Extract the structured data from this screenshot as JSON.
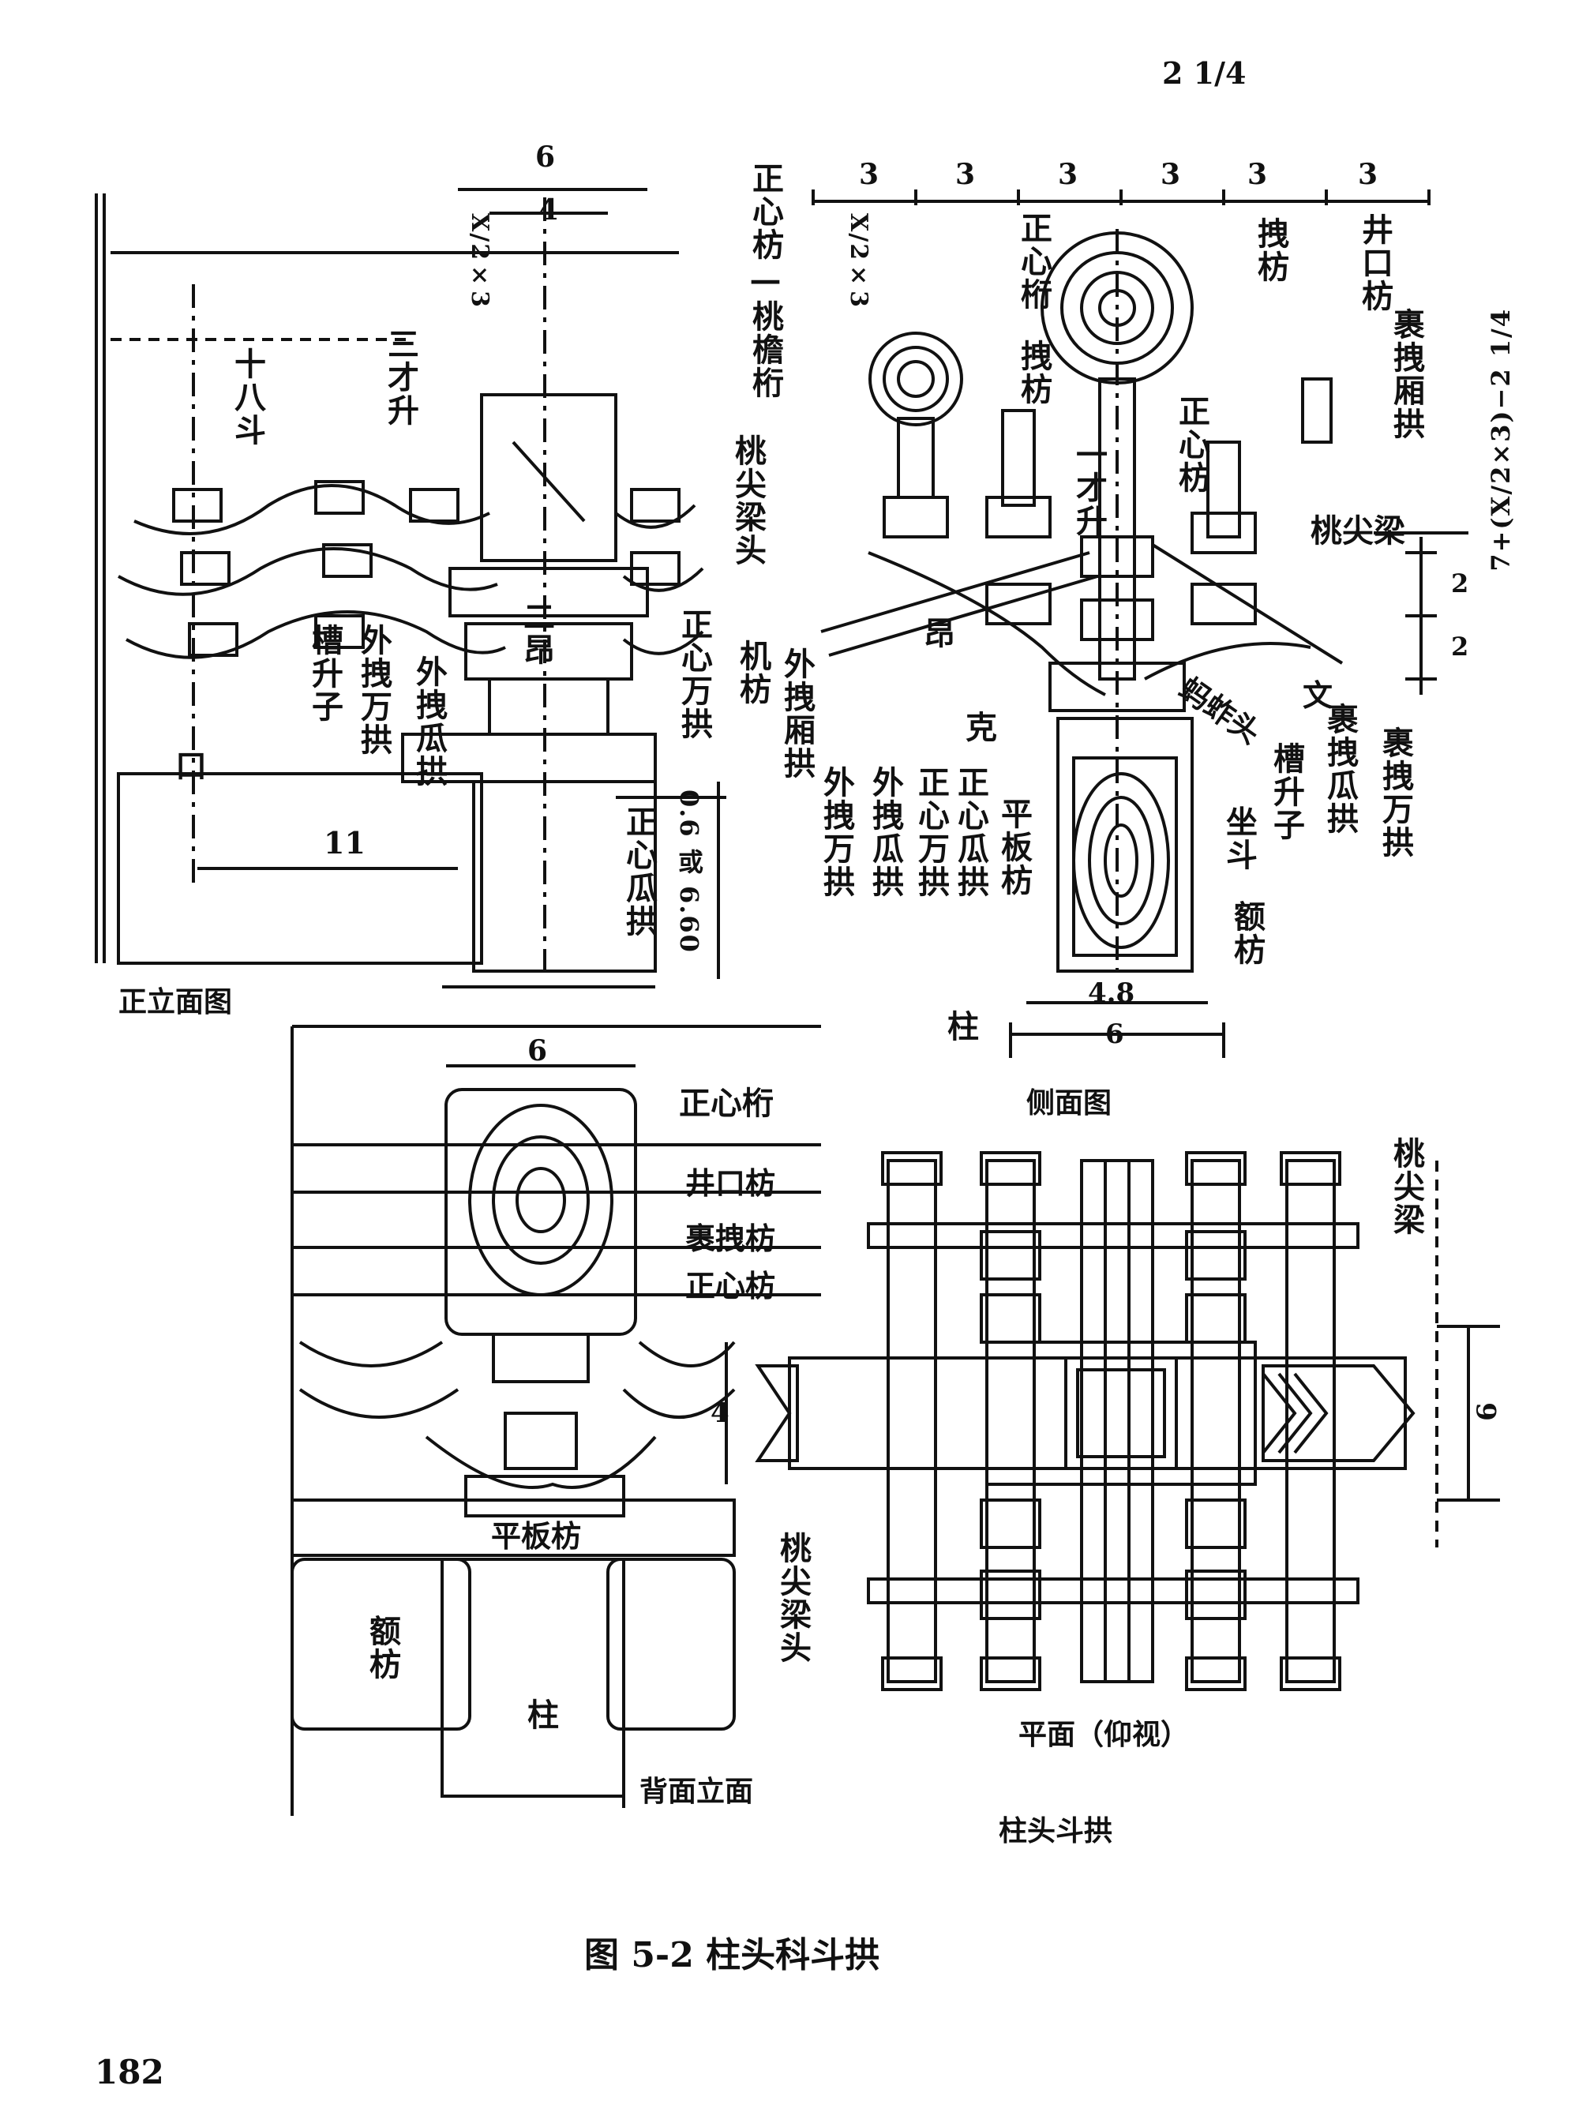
{
  "page": {
    "top_fraction": "2 1/4",
    "figure_caption": "图 5-2   柱头科斗拱",
    "page_number": "182"
  },
  "front_elevation": {
    "title": "正立面图",
    "labels": {
      "shiba_dou": "十八斗",
      "sancai_sheng": "三才升",
      "cao_shengzi": "槽升子",
      "wai_zhuai_wan_gong": "外拽万拱",
      "wai_zhuai_gua_gong": "外拽瓜拱",
      "er_ang": "二昂",
      "zhengxin_wan_gong": "正心万拱",
      "zhengxin_gua_gong": "正心瓜拱",
      "kou": "口"
    },
    "dimensions": {
      "d6": "6",
      "d4": "4",
      "x2x3": "X/2×3",
      "d11": "11",
      "d066": "0.6 或 6.60"
    }
  },
  "side_elevation": {
    "title": "侧面图",
    "labels": {
      "zhengxin_fang_tiaoyanheng": "正心枋—桃檐桁",
      "zhengxin_heng": "正心桁",
      "zhuai_fang": "拽枋",
      "zhuai_fang2": "拽枋",
      "jingkou_fang": "井口枋",
      "li_zhuai_xiang_gong": "裹拽厢拱",
      "tiaojian_liang": "桃尖梁",
      "tiaojian_liangtou": "桃尖梁头",
      "zhengxin_fang": "正心枋",
      "yicai_sheng": "一才升",
      "ang": "昂",
      "ji_fang": "机枋",
      "wai_zhuai_xiang_gong": "外拽厢拱",
      "wai_zhuai_wan_gong": "外拽万拱",
      "wai_zhuai_gua_gong": "外拽瓜拱",
      "zhengxin_wan_gong": "正心万拱",
      "zhengxin_gua_gong": "正心瓜拱",
      "ping_ban_fang": "平板枋",
      "lou_gong_shu": "蚂蚱头",
      "li_zhuai_gua_gong": "裹拽瓜拱",
      "li_zhuai_wan_gong": "裹拽万拱",
      "cao_shengzi": "槽升子",
      "zuo_dou": "坐斗",
      "e_fang": "额枋",
      "zhu": "柱",
      "ke": "克",
      "wen": "文"
    },
    "dimensions": {
      "top": [
        "3",
        "3",
        "3",
        "3",
        "3",
        "3"
      ],
      "x2x3": "X/2×3",
      "right_formula": "7+(X/2×3)−2 1/4",
      "d2a": "2",
      "d2b": "2",
      "w48": "4.8",
      "w6": "6"
    }
  },
  "back_elevation": {
    "title": "背面立面",
    "labels": {
      "zhengxin_heng": "正心桁",
      "jingkou_fang": "井口枋",
      "li_zhuai_fang": "裹拽枋",
      "zhengxin_fang": "正心枋",
      "ping_ban_fang": "平板枋",
      "e_fang": "额枋",
      "zhu": "柱"
    },
    "dimensions": {
      "d6": "6",
      "d4": "4"
    }
  },
  "plan_view": {
    "title": "平面（仰视）",
    "subtitle": "柱头斗拱",
    "labels": {
      "tiaojian_liang": "桃尖梁",
      "tiaojian_liangtou": "桃尖梁头"
    },
    "dimensions": {
      "d6": "6"
    }
  }
}
